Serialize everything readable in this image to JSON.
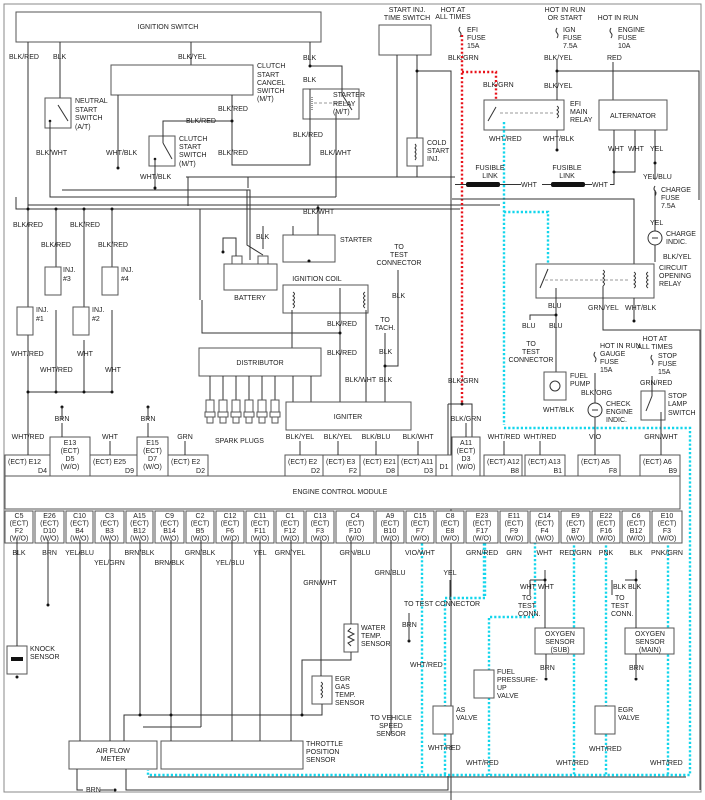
{
  "title": "Engine Control Module Wiring Diagram",
  "highlight_colors": {
    "efi_power_path": "#e8121a",
    "wht_red_path": "#13d6ec",
    "wire": "#333333"
  },
  "components": {
    "ignition_switch": "IGNITION SWITCH",
    "neutral_start_switch": [
      "NEUTRAL",
      "START",
      "SWITCH",
      "(A/T)"
    ],
    "clutch_start_cancel_switch": [
      "CLUTCH",
      "START",
      "CANCEL",
      "SWITCH",
      "(M/T)"
    ],
    "clutch_start_switch": [
      "CLUTCH",
      "START",
      "SWITCH",
      "(M/T)"
    ],
    "starter_relay": [
      "STARTER",
      "RELAY",
      "(M/T)"
    ],
    "start_inj_time_switch": [
      "START INJ.",
      "TIME SWITCH"
    ],
    "cold_start_inj": [
      "COLD",
      "START",
      "INJ."
    ],
    "efi_main_relay": [
      "EFI",
      "MAIN",
      "RELAY"
    ],
    "alternator": "ALTERNATOR",
    "charge_indic": [
      "CHARGE",
      "INDIC."
    ],
    "circuit_opening_relay": [
      "CIRCUIT",
      "OPENING",
      "RELAY"
    ],
    "starter": "STARTER",
    "battery": "BATTERY",
    "ignition_coil": "IGNITION COIL",
    "distributor": "DISTRIBUTOR",
    "spark_plugs": "SPARK PLUGS",
    "igniter": "IGNITER",
    "injectors": [
      {
        "label": [
          "INJ.",
          "#1"
        ]
      },
      {
        "label": [
          "INJ.",
          "#2"
        ]
      },
      {
        "label": [
          "INJ.",
          "#3"
        ]
      },
      {
        "label": [
          "INJ.",
          "#4"
        ]
      }
    ],
    "fuel_pump": [
      "FUEL",
      "PUMP"
    ],
    "check_engine_indic": [
      "CHECK",
      "ENGINE",
      "INDIC."
    ],
    "stop_lamp_switch": [
      "STOP",
      "LAMP",
      "SWITCH"
    ],
    "ecm": "ENGINE CONTROL MODULE",
    "knock_sensor": [
      "KNOCK",
      "SENSOR"
    ],
    "water_temp_sensor": [
      "WATER",
      "TEMP.",
      "SENSOR"
    ],
    "egr_gas_temp_sensor": [
      "EGR",
      "GAS",
      "TEMP.",
      "SENSOR"
    ],
    "air_flow_meter": [
      "AIR FLOW",
      "METER"
    ],
    "throttle_position_sensor": [
      "THROTTLE",
      "POSITION",
      "SENSOR"
    ],
    "vehicle_speed_sensor": [
      "TO VEHICLE",
      "SPEED",
      "SENSOR"
    ],
    "fuel_pressure_up_valve": [
      "FUEL",
      "PRESSURE-",
      "UP",
      "VALVE"
    ],
    "as_valve": [
      "AS",
      "VALVE"
    ],
    "oxygen_sensor_sub": [
      "OXYGEN",
      "SENSOR",
      "(SUB)"
    ],
    "oxygen_sensor_main": [
      "OXYGEN",
      "SENSOR",
      "(MAIN)"
    ],
    "egr_valve": [
      "EGR",
      "VALVE"
    ]
  },
  "power_sources": {
    "efi_fuse": {
      "hot": [
        "HOT AT",
        "ALL TIMES"
      ],
      "fuse": [
        "EFI",
        "FUSE",
        "15A"
      ]
    },
    "ign_fuse": {
      "hot": [
        "HOT IN RUN",
        "OR START"
      ],
      "fuse": [
        "IGN",
        "FUSE",
        "7.5A"
      ]
    },
    "engine_fuse": {
      "hot": [
        "HOT IN RUN"
      ],
      "fuse": [
        "ENGINE",
        "FUSE",
        "10A"
      ]
    },
    "charge_fuse": {
      "fuse": [
        "CHARGE",
        "FUSE",
        "7.5A"
      ]
    },
    "gauge_fuse": {
      "hot": [
        "HOT IN RUN"
      ],
      "fuse": [
        "GAUGE",
        "FUSE",
        "15A"
      ]
    },
    "stop_fuse": {
      "hot": [
        "HOT AT",
        "ALL TIMES"
      ],
      "fuse": [
        "STOP",
        "FUSE",
        "15A"
      ]
    },
    "fusible_link": [
      "FUSIBLE",
      "LINK"
    ]
  },
  "misc_labels": {
    "to_test_connector": [
      "TO",
      "TEST",
      "CONNECTOR"
    ],
    "to_tach": [
      "TO",
      "TACH."
    ],
    "to_test_connector_inline": "TO TEST CONNECTOR",
    "to_test_conn": [
      "TO",
      "TEST",
      "CONN."
    ]
  },
  "wire_labels": {
    "blk_red": "BLK/RED",
    "blk": "BLK",
    "blk_yel": "BLK/YEL",
    "blk_wht": "BLK/WHT",
    "wht_blk": "WHT/BLK",
    "blk_grn": "BLK/GRN",
    "wht_red": "WHT/RED",
    "red": "RED",
    "wht": "WHT",
    "yel": "YEL",
    "yel_blu": "YEL/BLU",
    "blu": "BLU",
    "grn_yel": "GRN/YEL",
    "grn_red": "GRN/RED",
    "blk_org": "BLK/ORG",
    "brn": "BRN",
    "grn": "GRN",
    "blk_blu": "BLK/BLU",
    "vio": "VIO",
    "grn_wht": "GRN/WHT",
    "yel_grn": "YEL/GRN",
    "brn_blk": "BRN/BLK",
    "grn_blk": "GRN/BLK",
    "grn_blu": "GRN/BLU",
    "grn_wht_split": [
      "GRN/",
      "WHT"
    ],
    "vio_wht": "VIO/WHT",
    "red_grn": "RED/GRN",
    "pnk": "PNK",
    "pnk_grn": "PNK/GRN"
  },
  "ecm_top_pins": [
    {
      "lines": [
        "(ECT) E12",
        "D4"
      ],
      "wire": "WHT/RED"
    },
    {
      "lines": [
        "E13",
        "(ECT)",
        "D5",
        "(W/O)"
      ],
      "wire": "BRN"
    },
    {
      "lines": [
        "(ECT) E25",
        "D9"
      ],
      "wire": "WHT"
    },
    {
      "lines": [
        "E15",
        "(ECT)",
        "D7",
        "(W/O)"
      ],
      "wire": "BRN"
    },
    {
      "lines": [
        "(ECT)  E2",
        "D2"
      ],
      "wire": "GRN"
    },
    {
      "lines": [
        "(ECT)  E2",
        "D2"
      ],
      "wire": "BLK/YEL"
    },
    {
      "lines": [
        "(ECT) E3",
        "F2"
      ],
      "wire": "BLK/YEL"
    },
    {
      "lines": [
        "(ECT) E21",
        "D8"
      ],
      "wire": "BLK/BLU"
    },
    {
      "lines": [
        "(ECT) A11",
        "D3"
      ],
      "wire": "BLK/WHT"
    },
    {
      "lines": [
        "D1"
      ],
      "wire": ""
    },
    {
      "lines": [
        "A11",
        "(ECT)",
        "D3",
        "(W/O)"
      ],
      "wire": "BLK/GRN"
    },
    {
      "lines": [
        "(ECT) A12",
        "B8"
      ],
      "wire": "WHT/RED"
    },
    {
      "lines": [
        "(ECT) A13",
        "B1"
      ],
      "wire": "WHT/RED"
    },
    {
      "lines": [
        "(ECT) A5",
        "F8"
      ],
      "wire": "VIO"
    },
    {
      "lines": [
        "(ECT) A6",
        "B9"
      ],
      "wire": "GRN/WHT"
    }
  ],
  "ecm_bottom_pins": [
    {
      "lines": [
        "C5",
        "(ECT)",
        "F2",
        "(W/O)"
      ],
      "wire": "BLK"
    },
    {
      "lines": [
        "E26",
        "(ECT)",
        "D10",
        "(W/O)"
      ],
      "wire": "BRN"
    },
    {
      "lines": [
        "C10",
        "(ECT)",
        "B4",
        "(W/O)"
      ],
      "wire": "YEL/BLU"
    },
    {
      "lines": [
        "C3",
        "(ECT)",
        "B3",
        "(W/O)"
      ],
      "wire": "YEL/GRN"
    },
    {
      "lines": [
        "A15",
        "(ECT)",
        "B12",
        "(W/O)"
      ],
      "wire": "BRN/BLK"
    },
    {
      "lines": [
        "C9",
        "(ECT)",
        "B14",
        "(W/O)"
      ],
      "wire": "BRN/BLK"
    },
    {
      "lines": [
        "C2",
        "(ECT)",
        "B5",
        "(W/O)"
      ],
      "wire": "GRN/BLK"
    },
    {
      "lines": [
        "C12",
        "(ECT)",
        "F6",
        "(W/O)"
      ],
      "wire": "YEL/BLU"
    },
    {
      "lines": [
        "C11",
        "(ECT)",
        "F11",
        "(W/O)"
      ],
      "wire": "YEL"
    },
    {
      "lines": [
        "C1",
        "(ECT)",
        "F12",
        "(W/O)"
      ],
      "wire": "GRN/YEL"
    },
    {
      "lines": [
        "C13",
        "(ECT)",
        "F3",
        "(W/O)"
      ],
      "wire": "GRN/WHT"
    },
    {
      "lines": [
        "C4",
        "(ECT)",
        "F10",
        "(W/O)"
      ],
      "wire": "GRN/BLU"
    },
    {
      "lines": [
        "A9",
        "(ECT)",
        "B10",
        "(W/O)"
      ],
      "wire": "GRN/BLU"
    },
    {
      "lines": [
        "C15",
        "(ECT)",
        "F7",
        "(W/O)"
      ],
      "wire": "VIO/WHT"
    },
    {
      "lines": [
        "C8",
        "(ECT)",
        "E8",
        "(W/O)"
      ],
      "wire": "YEL"
    },
    {
      "lines": [
        "E23",
        "(ECT)",
        "F17",
        "(W/O)"
      ],
      "wire": "GRN/RED"
    },
    {
      "lines": [
        "E11",
        "(ECT)",
        "F9",
        "(W/O)"
      ],
      "wire": "GRN"
    },
    {
      "lines": [
        "C14",
        "(ECT)",
        "F4",
        "(W/O)"
      ],
      "wire": "WHT"
    },
    {
      "lines": [
        "E9",
        "(ECT)",
        "B7",
        "(W/O)"
      ],
      "wire": "RED/GRN"
    },
    {
      "lines": [
        "E22",
        "(ECT)",
        "F16",
        "(W/O)"
      ],
      "wire": "PNK"
    },
    {
      "lines": [
        "C6",
        "(ECT)",
        "B12",
        "(W/O)"
      ],
      "wire": "BLK"
    },
    {
      "lines": [
        "E10",
        "(ECT)",
        "F3",
        "(W/O)"
      ],
      "wire": "PNK/GRN"
    }
  ]
}
